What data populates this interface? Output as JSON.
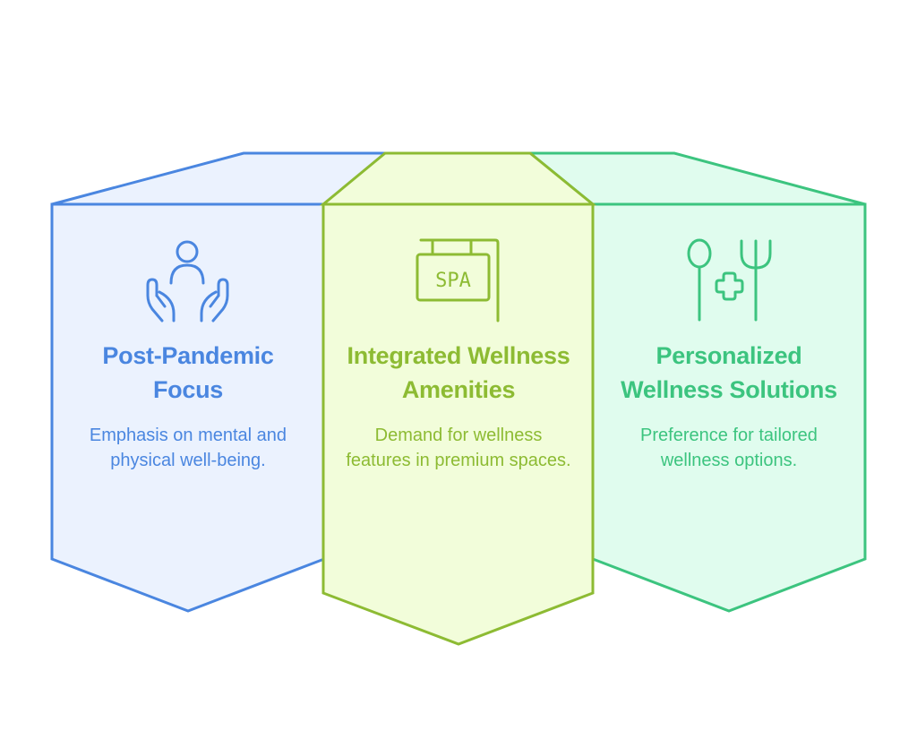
{
  "cards": [
    {
      "title": "Post-Pandemic Focus",
      "description": "Emphasis on mental and physical well-being.",
      "icon": "hands-holding-person-icon",
      "stroke": "#4a86e0",
      "fill": "#ebf2fe"
    },
    {
      "title": "Integrated Wellness Amenities",
      "description": "Demand for wellness features in premium spaces.",
      "icon": "spa-sign-icon",
      "icon_text": "SPA",
      "stroke": "#8dbb33",
      "fill": "#f2fdda"
    },
    {
      "title": "Personalized Wellness Solutions",
      "description": "Preference for tailored wellness options.",
      "icon": "spoon-cross-fork-icon",
      "stroke": "#3cc47f",
      "fill": "#e0fcee"
    }
  ]
}
